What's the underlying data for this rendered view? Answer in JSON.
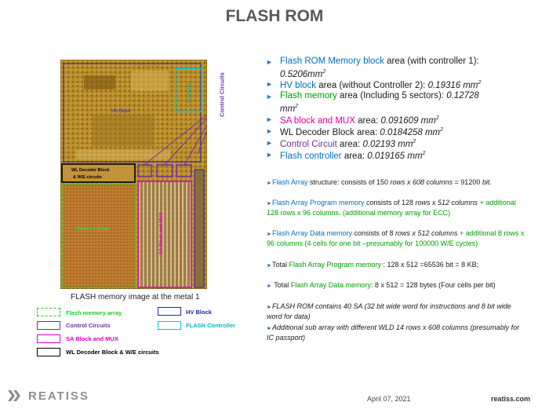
{
  "title": "FLASH ROM",
  "die": {
    "labels": {
      "control_circuits": "Control Circuits",
      "hv_block": "HV Block",
      "controller": "Controller",
      "wl_decoder": "WL Decoder Block & W/E  circuits",
      "memory_array": "Memory array",
      "sa_block": "SA Block and MUX"
    },
    "caption": "FLASH memory image at the metal 1"
  },
  "legend": [
    {
      "label": "Flash memory array",
      "color": "#22cc22",
      "style": "dashed"
    },
    {
      "label": "HV Block",
      "color": "#2222aa",
      "style": "solid"
    },
    {
      "label": "Control Circuits",
      "color": "#7030a0",
      "style": "solid"
    },
    {
      "label": "FLASH Controller",
      "color": "#00cccc",
      "style": "solid"
    },
    {
      "label": "SA Block and MUX",
      "color": "#e000c0",
      "style": "solid"
    },
    {
      "label": "WL Decoder Block & W/E circuits",
      "color": "#000000",
      "style": "solid"
    }
  ],
  "areas": {
    "b1_name": "Flash ROM Memory block",
    "b1_rest": " area (with controller 1):",
    "b1_val": "0.5206mm",
    "b2_name": "HV block",
    "b2_rest": " area (without Controller 2): ",
    "b2_val": "0.19316 mm",
    "b3_name": "Flash memory",
    "b3_rest": " area (Including  5 sectors): ",
    "b3_val": "0.12728",
    "b3_unit": "mm",
    "b4_name": "SA block and MUX",
    "b4_rest": " area: ",
    "b4_val": "0.091609 mm",
    "b5_name": "WL Decoder Block",
    "b5_rest": " area: ",
    "b5_val": "0.0184258 mm",
    "b6_name": "Control Circuit",
    "b6_rest": " area: ",
    "b6_val": "0.02193 mm",
    "b7_name": "Flash controller",
    "b7_rest": " area: ",
    "b7_val": "0.019165 mm",
    "sup": "2"
  },
  "details": {
    "p1a": "Flash Array",
    "p1b": " structure:  consists of  150 ",
    "p1c": "rows x 608 columns",
    "p1d": " = 91200 ",
    "p1e": "bit.",
    "p2a": "Flash Array Program memory",
    "p2b": "  consists of 128 ",
    "p2c": "rows x 512 columns",
    "p2d": " + additional 128 rows x 96 columns. (additional memory array for ECC)",
    "p3a": "Flash Array Data memory",
    "p3b": "  consists of 8 ",
    "p3c": "rows x 512 columns",
    "p3d": " + additional 8 rows x 96 columns (4 cells for one bit –presumably for 100000 W/E cycles)",
    "p4a": "Total ",
    "p4b": "Flash Array Program memory",
    "p4c": " : 128 x 512 =65536 bit = 8 KB;",
    "p5a": " Total ",
    "p5b": "Flash Array Data memory",
    "p5c": ":  8 x 512 = 128 bytes (Four cells per bit)",
    "p6": "FLASH ROM contains 40 SA (32 bit wide word for instructions and 8 bit wide word for data)",
    "p7": "Additional sub array with different WLD 14 rows x 608 columns (presumably for IC passport)"
  },
  "footer": {
    "brand": "REATISS",
    "date": "April 07, 2021",
    "url": "reatiss.com"
  },
  "colors": {
    "accent_blue": "#0070c0",
    "accent_green": "#00a000",
    "accent_pink": "#e000a0",
    "accent_purple": "#7030a0"
  }
}
